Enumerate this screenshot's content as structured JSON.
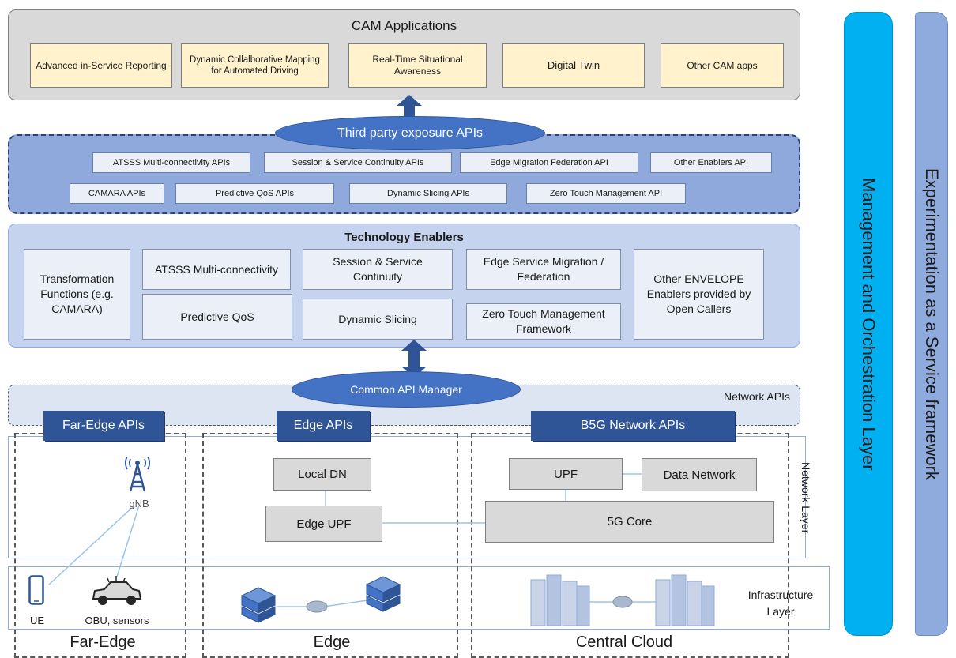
{
  "cam": {
    "title": "CAM Applications",
    "apps": [
      "Advanced in-Service Reporting",
      "Dynamic Collalborative Mapping for Automated Driving",
      "Real-Time Situational Awareness",
      "Digital Twin",
      "Other CAM apps"
    ]
  },
  "third_party": {
    "ellipse_label": "Third party exposure APIs",
    "row1": [
      "ATSSS Multi-connectivity APIs",
      "Session & Service Continuity APIs",
      "Edge Migration Federation API",
      "Other Enablers API"
    ],
    "row2": [
      "CAMARA APIs",
      "Predictive QoS APIs",
      "Dynamic Slicing APIs",
      "Zero Touch Management API"
    ]
  },
  "tech": {
    "title": "Technology Enablers",
    "transformation": "Transformation Functions (e.g. CAMARA)",
    "atsss": "ATSSS Multi-connectivity",
    "predictive": "Predictive QoS",
    "session": "Session & Service Continuity",
    "slicing": "Dynamic Slicing",
    "edge_migration": "Edge Service Migration / Federation",
    "ztm": "Zero Touch Management Framework",
    "other": "Other ENVELOPE Enablers provided by Open Callers"
  },
  "common_api": {
    "label": "Common API Manager"
  },
  "network_apis": {
    "label": "Network APIs",
    "far_edge_tab": "Far-Edge APIs",
    "edge_tab": "Edge APIs",
    "b5g_tab": "B5G Network APIs"
  },
  "network_layer": {
    "label": "Network Layer",
    "local_dn": "Local DN",
    "edge_upf": "Edge UPF",
    "upf": "UPF",
    "data_network": "Data Network",
    "core": "5G Core",
    "gnb": "gNB"
  },
  "infrastructure_layer": {
    "label": "Infrastructure Layer",
    "ue": "UE",
    "obu": "OBU, sensors"
  },
  "columns": {
    "far_edge": "Far-Edge",
    "edge": "Edge",
    "central_cloud": "Central Cloud"
  },
  "side": {
    "management": "Management and Orchestration Layer",
    "experimentation": "Experimentation as a Service framework"
  },
  "colors": {
    "cam_bg": "#d9d9d9",
    "cam_box": "#fff2cc",
    "tpa_band": "#8fa9dc",
    "tech_bg": "#c5d3ee",
    "accent_blue": "#2f5597",
    "ellipse_blue": "#4472c4",
    "mgmt_bar": "#00b0f0",
    "exp_bar": "#8faadc"
  }
}
